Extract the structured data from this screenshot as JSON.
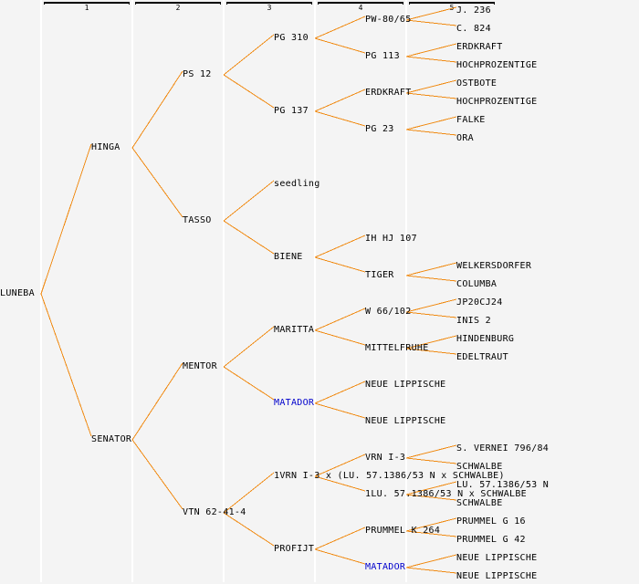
{
  "generation_headers": [
    "1",
    "2",
    "3",
    "4",
    "5"
  ],
  "colors": {
    "background": "#f4f4f4",
    "separator": "#ffffff",
    "link": "#f08a12",
    "text": "#000000",
    "highlight_text": "#0000cc"
  },
  "pedigree": {
    "name": "LUNEBA",
    "children": [
      {
        "name": "HINGA",
        "children": [
          {
            "name": "PS 12",
            "children": [
              {
                "name": "PG 310",
                "children": [
                  {
                    "name": "PW-80/65",
                    "children": [
                      {
                        "name": "J. 236"
                      },
                      {
                        "name": "C. 824"
                      }
                    ]
                  },
                  {
                    "name": "PG 113",
                    "children": [
                      {
                        "name": "ERDKRAFT"
                      },
                      {
                        "name": "HOCHPROZENTIGE"
                      }
                    ]
                  }
                ]
              },
              {
                "name": "PG 137",
                "children": [
                  {
                    "name": "ERDKRAFT",
                    "children": [
                      {
                        "name": "OSTBOTE"
                      },
                      {
                        "name": "HOCHPROZENTIGE"
                      }
                    ]
                  },
                  {
                    "name": "PG 23",
                    "children": [
                      {
                        "name": "FALKE"
                      },
                      {
                        "name": "ORA"
                      }
                    ]
                  }
                ]
              }
            ]
          },
          {
            "name": "TASSO",
            "children": [
              {
                "name": "seedling"
              },
              {
                "name": "BIENE",
                "children": [
                  {
                    "name": "IH HJ 107"
                  },
                  {
                    "name": "TIGER",
                    "children": [
                      {
                        "name": "WELKERSDORFER"
                      },
                      {
                        "name": "COLUMBA"
                      }
                    ]
                  }
                ]
              }
            ]
          }
        ]
      },
      {
        "name": "SENATOR",
        "children": [
          {
            "name": "MENTOR",
            "children": [
              {
                "name": "MARITTA",
                "children": [
                  {
                    "name": "W 66/102",
                    "children": [
                      {
                        "name": "JP20CJ24"
                      },
                      {
                        "name": "INIS 2"
                      }
                    ]
                  },
                  {
                    "name": "MITTELFRUHE",
                    "children": [
                      {
                        "name": "HINDENBURG"
                      },
                      {
                        "name": "EDELTRAUT"
                      }
                    ]
                  }
                ]
              },
              {
                "name": "MATADOR",
                "highlight": true,
                "children": [
                  {
                    "name": "NEUE LIPPISCHE"
                  },
                  {
                    "name": "NEUE LIPPISCHE"
                  }
                ]
              }
            ]
          },
          {
            "name": "VTN 62-41-4",
            "children": [
              {
                "name": "1VRN I-3 x (LU. 57.1386/53 N x SCHWALBE)",
                "children": [
                  {
                    "name": "VRN I-3",
                    "children": [
                      {
                        "name": "S. VERNEI 796/84"
                      },
                      {
                        "name": "SCHWALBE"
                      }
                    ]
                  },
                  {
                    "name": "1LU. 57.1386/53 N x SCHWALBE",
                    "children": [
                      {
                        "name": "LU. 57.1386/53 N"
                      },
                      {
                        "name": "SCHWALBE"
                      }
                    ]
                  }
                ]
              },
              {
                "name": "PROFIJT",
                "children": [
                  {
                    "name": "PRUMMEL K 264",
                    "children": [
                      {
                        "name": "PRUMMEL G 16"
                      },
                      {
                        "name": "PRUMMEL G 42"
                      }
                    ]
                  },
                  {
                    "name": "MATADOR",
                    "highlight": true,
                    "children": [
                      {
                        "name": "NEUE LIPPISCHE"
                      },
                      {
                        "name": "NEUE LIPPISCHE"
                      }
                    ]
                  }
                ]
              }
            ]
          }
        ]
      }
    ]
  }
}
